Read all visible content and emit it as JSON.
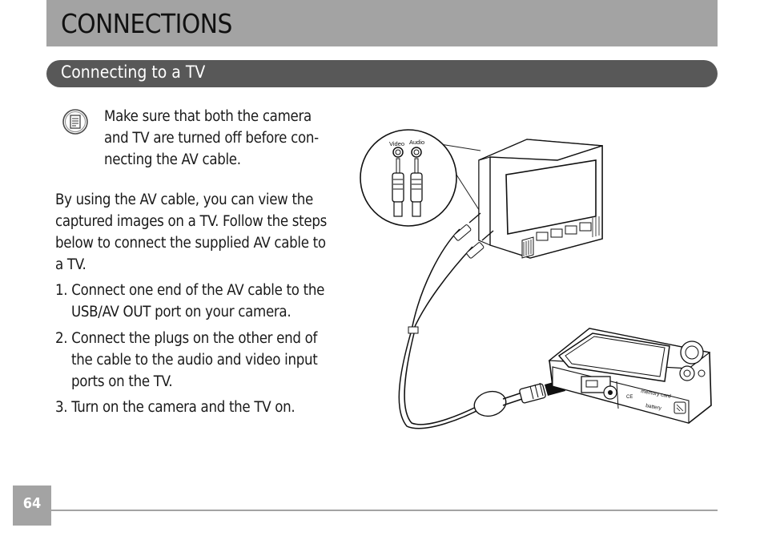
{
  "header": {
    "title": "CONNECTIONS"
  },
  "section": {
    "title": "Connecting to a TV"
  },
  "note": {
    "icon": "note-icon",
    "lines": [
      "Make sure that both the camera",
      "and TV are turned off before con-",
      "necting the AV cable."
    ]
  },
  "intro": {
    "lines": [
      "By using the AV cable, you can view the",
      "captured images on a TV. Follow the steps",
      "below to connect the supplied AV cable to",
      "a TV."
    ]
  },
  "steps": [
    {
      "lines": [
        "1. Connect one end of the AV cable to the",
        "USB/AV OUT port on your camera."
      ]
    },
    {
      "lines": [
        "2. Connect the plugs on the other end of",
        "the cable to the audio and video input",
        "ports on the TV."
      ]
    },
    {
      "lines": [
        "3. Turn on the camera and the TV on."
      ]
    }
  ],
  "illustration": {
    "video_label": "Video",
    "audio_label": "Audio",
    "memory_card_label": "memory card",
    "battery_label": "battery",
    "ce_label": "CE"
  },
  "footer": {
    "page_number": "64"
  },
  "colors": {
    "title_bar": "#a3a3a3",
    "section_bar": "#585858"
  }
}
